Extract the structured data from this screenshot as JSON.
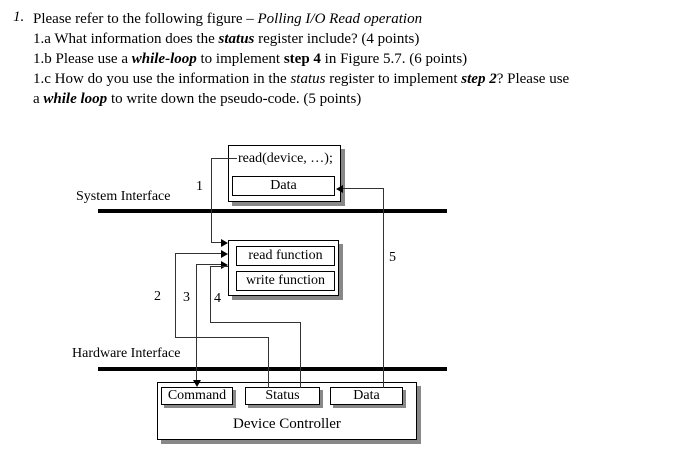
{
  "question": {
    "number": "1.",
    "lines": [
      {
        "segments": [
          {
            "t": "Please refer to the following figure – ",
            "s": "plain"
          },
          {
            "t": "Polling I/O Read operation",
            "s": "italic"
          }
        ]
      },
      {
        "segments": [
          {
            "t": "1.a What information does the ",
            "s": "plain"
          },
          {
            "t": "status",
            "s": "bold-italic"
          },
          {
            "t": " register include? (4 points)",
            "s": "plain"
          }
        ]
      },
      {
        "segments": [
          {
            "t": "1.b Please use a ",
            "s": "plain"
          },
          {
            "t": "while-loop",
            "s": "bold-italic"
          },
          {
            "t": " to implement ",
            "s": "plain"
          },
          {
            "t": "step 4",
            "s": "bold"
          },
          {
            "t": " in Figure 5.7. (6 points)",
            "s": "plain"
          }
        ]
      },
      {
        "segments": [
          {
            "t": "1.c How do you use the information in the ",
            "s": "plain"
          },
          {
            "t": "status",
            "s": "italic"
          },
          {
            "t": " register to implement ",
            "s": "plain"
          },
          {
            "t": "step 2",
            "s": "bold-italic"
          },
          {
            "t": "? Please use",
            "s": "plain"
          }
        ]
      },
      {
        "segments": [
          {
            "t": "a ",
            "s": "plain"
          },
          {
            "t": "while loop",
            "s": "bold-italic"
          },
          {
            "t": " to write down the pseudo-code. (5 points)",
            "s": "plain"
          }
        ]
      }
    ]
  },
  "diagram": {
    "read_call_box": {
      "title": "read(device, …);",
      "data_label": "Data"
    },
    "system_interface_label": "System Interface",
    "hardware_interface_label": "Hardware Interface",
    "functions_box": {
      "read_label": "read function",
      "write_label": "write function"
    },
    "device_controller": {
      "label": "Device Controller",
      "registers": [
        "Command",
        "Status",
        "Data"
      ]
    },
    "step_labels": [
      "1",
      "2",
      "3",
      "4",
      "5"
    ],
    "colors": {
      "line": "#000000",
      "shadow": "#888888",
      "box_bg": "#ffffff"
    }
  }
}
